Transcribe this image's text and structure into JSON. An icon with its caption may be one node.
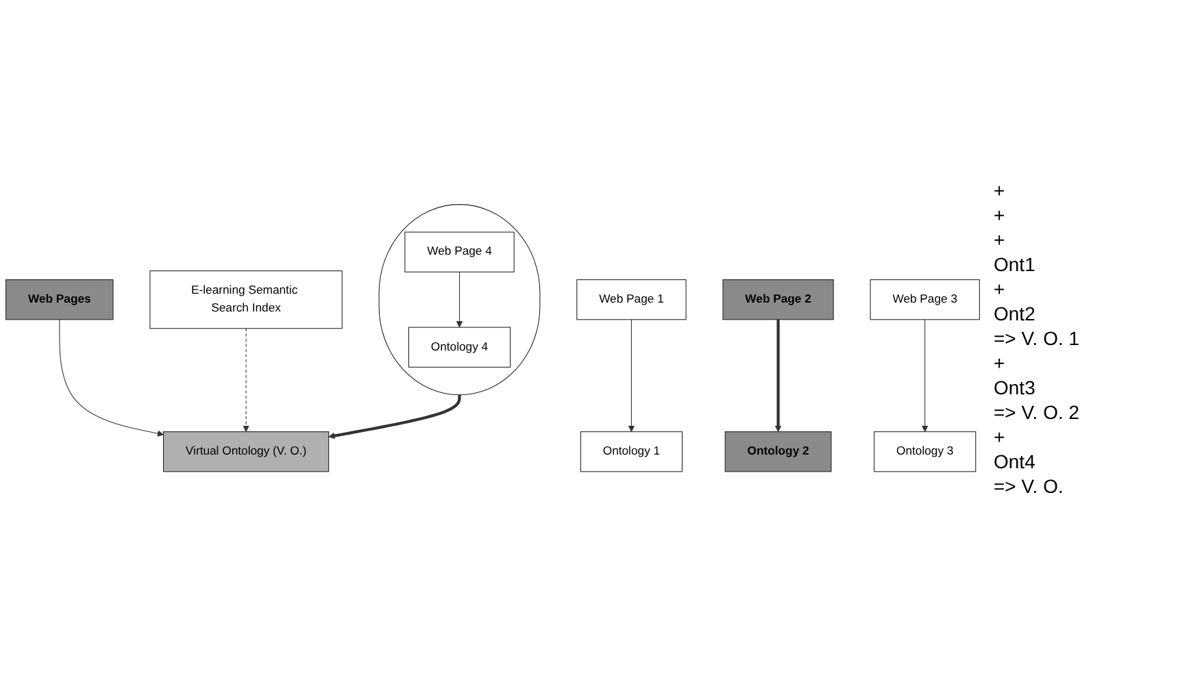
{
  "diagram": {
    "nodes": [
      {
        "text": [
          "Web Pages"
        ]
      },
      {
        "text": [
          "Web Page 1"
        ]
      },
      {
        "text": [
          "Web Page 2"
        ]
      },
      {
        "text": [
          "Web Page 3"
        ]
      },
      {
        "text": [],
        "shape": "ellipse"
      },
      {
        "text": [
          "Web Page 4"
        ],
        "in": 4
      },
      {
        "text": [
          "Ontology 1"
        ]
      },
      {
        "text": [
          "Ontology 2"
        ]
      },
      {
        "text": [
          "Ontology 3"
        ]
      },
      {
        "text": [
          "Ontology 4"
        ],
        "in": 4
      },
      {
        "text": [
          "Virtual Ontology (V. O.)"
        ]
      },
      {
        "text": [
          "E-learning Semantic Search Index"
        ]
      }
    ],
    "edges": [
      {
        "from": 1,
        "to": 6,
        "arrow": "to"
      },
      {
        "from": 2,
        "to": 7,
        "arrow": "to",
        "style": "thick"
      },
      {
        "from": 3,
        "to": 8,
        "arrow": "to"
      },
      {
        "from": 5,
        "to": 9,
        "arrow": "to"
      },
      {
        "from": 0,
        "to": 10,
        "arrow": "to"
      },
      {
        "from": 11,
        "to": 10,
        "arrow": "to",
        "style": "dashed"
      },
      {
        "from": 4,
        "to": 10,
        "arrow": "to",
        "style": "thick"
      }
    ],
    "labels": [
      "+",
      "+",
      "+",
      "Ont1",
      "+",
      "Ont2",
      "=> V. O. 1",
      "+",
      "Ont3",
      "=> V. O. 2",
      "+",
      "Ont4",
      "=> V. O."
    ]
  }
}
